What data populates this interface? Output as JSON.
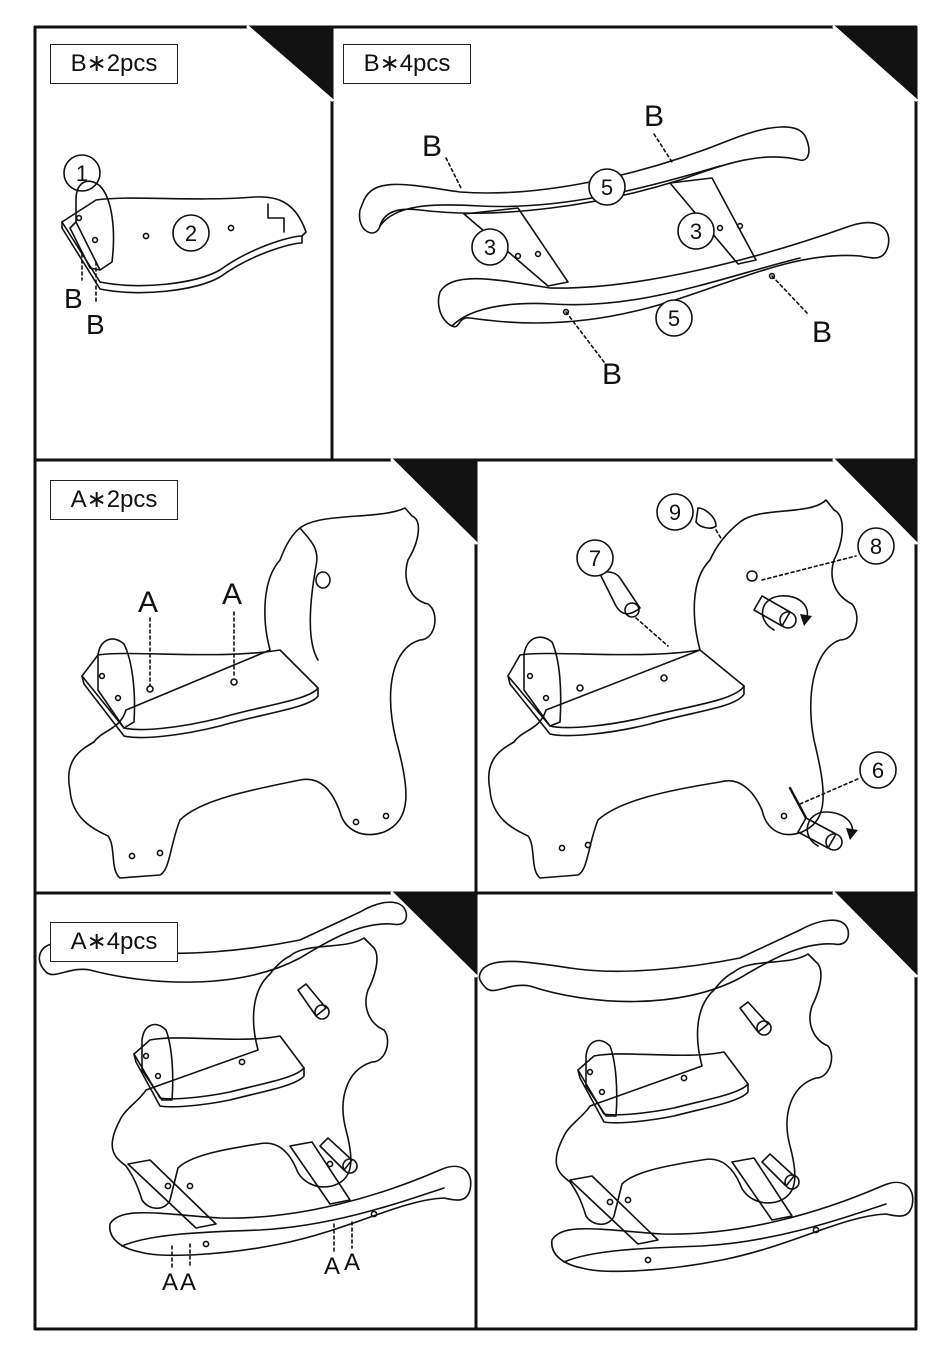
{
  "panels": [
    {
      "label": "B∗2pcs"
    },
    {
      "label": "B∗4pcs"
    },
    {
      "label": "A∗2pcs"
    },
    {
      "label": ""
    },
    {
      "label": "A∗4pcs"
    },
    {
      "label": ""
    }
  ],
  "callouts": {
    "p1": [
      "1",
      "2"
    ],
    "p2": [
      "5",
      "5",
      "3",
      "3"
    ],
    "p4": [
      "9",
      "7",
      "8",
      "6"
    ]
  },
  "letters": {
    "p1": [
      "B",
      "B"
    ],
    "p2": [
      "B",
      "B",
      "B",
      "B"
    ],
    "p3": [
      "A",
      "A"
    ],
    "p5": [
      "A",
      "A",
      "A",
      "A"
    ]
  },
  "icons": {
    "corner": "corner-triangle-icon",
    "rotate": "rotate-arrow-icon"
  }
}
